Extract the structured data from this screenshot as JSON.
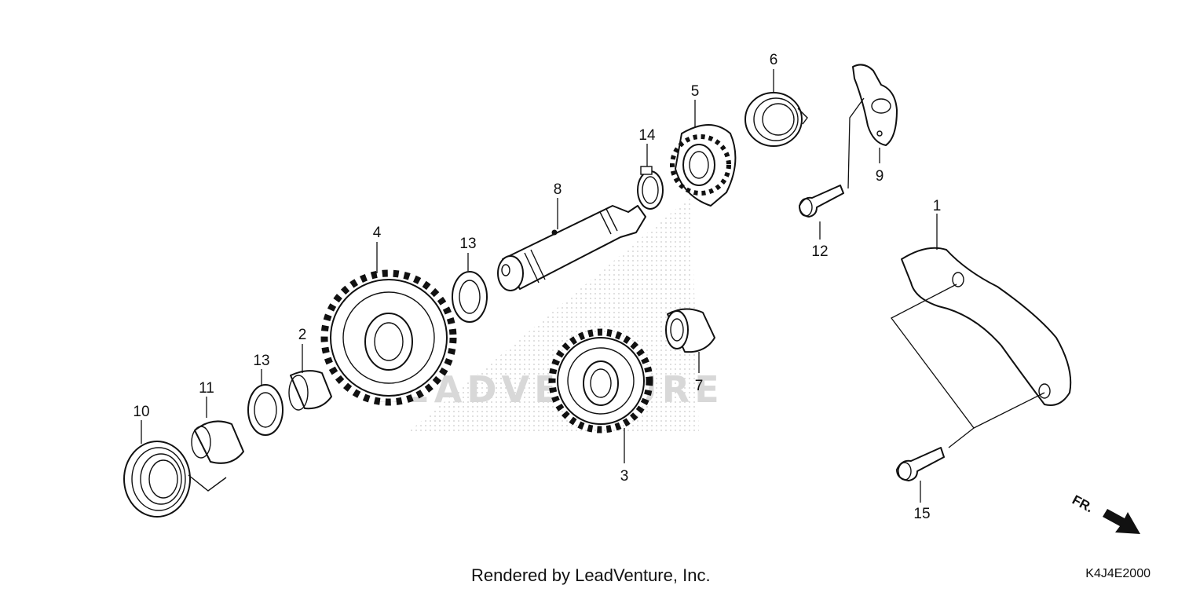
{
  "diagram": {
    "callouts": [
      {
        "id": "1",
        "label": "1"
      },
      {
        "id": "2",
        "label": "2"
      },
      {
        "id": "3",
        "label": "3"
      },
      {
        "id": "4",
        "label": "4"
      },
      {
        "id": "5",
        "label": "5"
      },
      {
        "id": "6",
        "label": "6"
      },
      {
        "id": "7",
        "label": "7"
      },
      {
        "id": "8",
        "label": "8"
      },
      {
        "id": "9",
        "label": "9"
      },
      {
        "id": "10",
        "label": "10"
      },
      {
        "id": "11",
        "label": "11"
      },
      {
        "id": "12",
        "label": "12"
      },
      {
        "id": "13a",
        "label": "13"
      },
      {
        "id": "13b",
        "label": "13"
      },
      {
        "id": "14",
        "label": "14"
      },
      {
        "id": "15",
        "label": "15"
      }
    ],
    "direction_label": "FR.",
    "watermark_text": "LEADVENTURE",
    "footer_credit": "Rendered by LeadVenture, Inc.",
    "diagram_code": "K4J4E2000"
  }
}
